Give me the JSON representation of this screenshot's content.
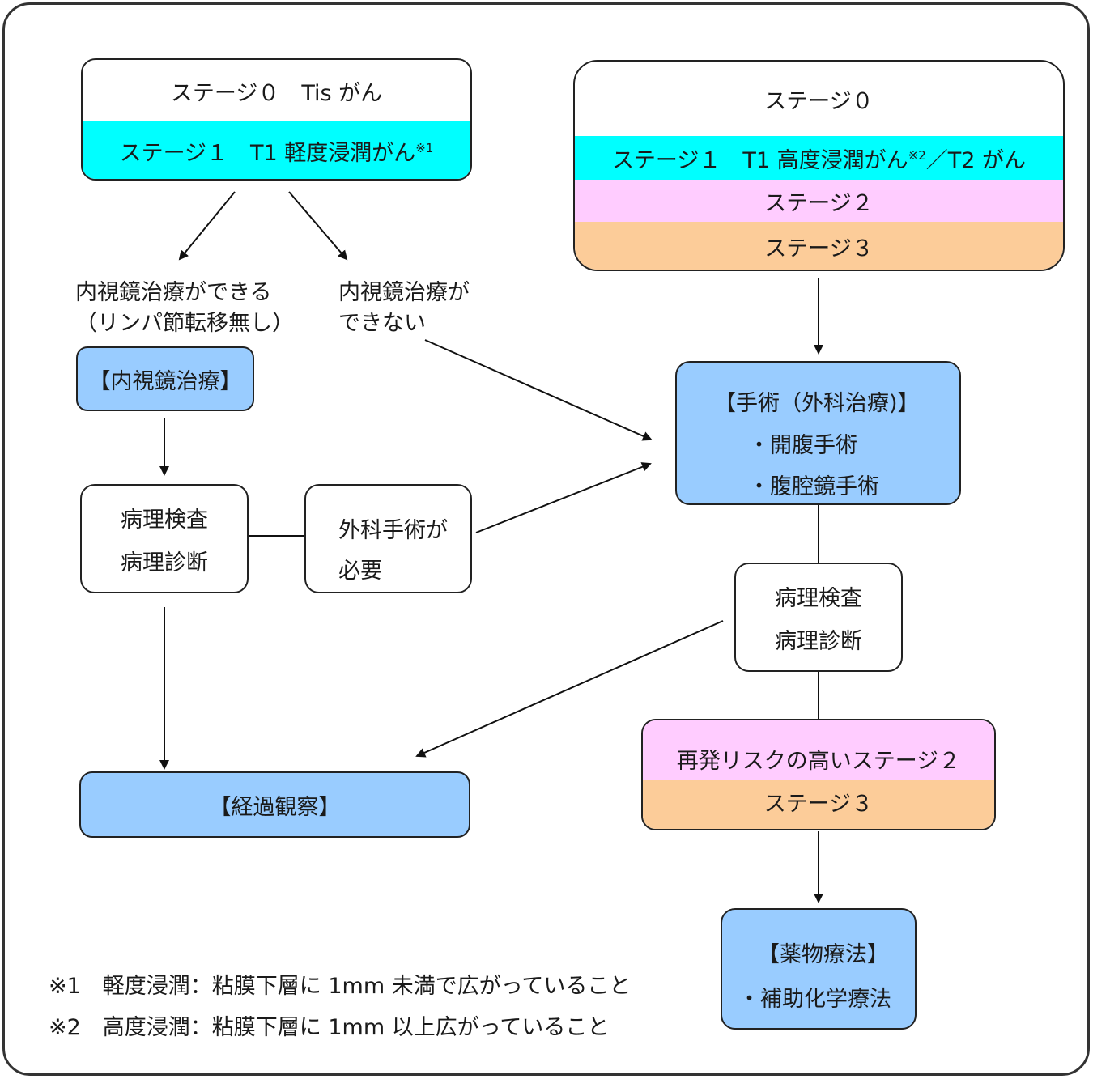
{
  "left_stage_box": {
    "row1": "ステージ０　Tis がん",
    "row2": "ステージ１　T1 軽度浸潤がん",
    "row2_note": "※1"
  },
  "right_stage_box": {
    "row1": "ステージ０",
    "row2_a": "ステージ１　T1 高度浸潤がん",
    "row2_note": "※2",
    "row2_b": "／T2 がん",
    "row3": "ステージ２",
    "row4": "ステージ３"
  },
  "labels": {
    "endoscopy_possible_line1": "内視鏡治療ができる",
    "endoscopy_possible_line2": "（リンパ節転移無し）",
    "endoscopy_impossible_line1": "内視鏡治療が",
    "endoscopy_impossible_line2": "できない"
  },
  "endoscopic_treatment": "【内視鏡治療】",
  "pathology_left": {
    "line1": "病理検査",
    "line2": "病理診断"
  },
  "surgery_needed": {
    "line1": "外科手術が",
    "line2": "必要"
  },
  "surgery_box": {
    "title": "【手術（外科治療)】",
    "item1": "・開腹手術",
    "item2": "・腹腔鏡手術"
  },
  "pathology_right": {
    "line1": "病理検査",
    "line2": "病理診断"
  },
  "high_risk_box": {
    "row1": "再発リスクの高いステージ２",
    "row2": "ステージ３"
  },
  "observation": "【経過観察】",
  "drug_therapy": {
    "title": "【薬物療法】",
    "item1": "・補助化学療法"
  },
  "footnotes": {
    "note1": "※1　軽度浸潤：粘膜下層に 1mm 未満で広がっていること",
    "note2": "※2　高度浸潤：粘膜下層に 1mm 以上広がっていること"
  },
  "colors": {
    "cyan": "#00ffff",
    "pink": "#ffccff",
    "orange": "#fccc99",
    "blue": "#99ccff",
    "border": "#222222"
  }
}
